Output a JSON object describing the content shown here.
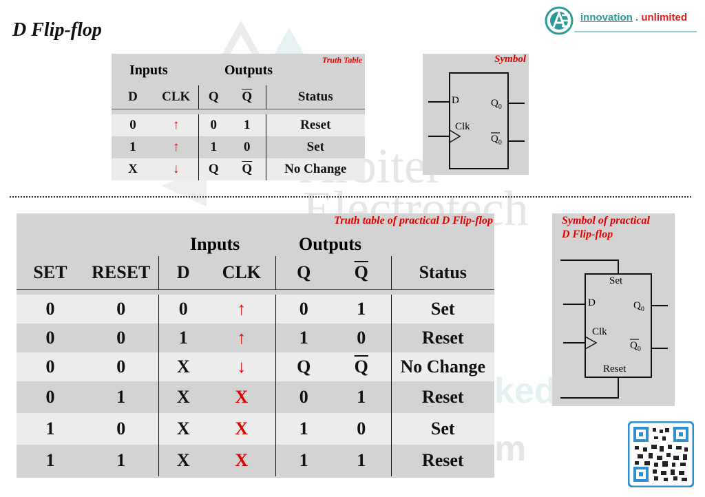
{
  "page": {
    "title": "D Flip-flop"
  },
  "logo": {
    "brand": "innovation . unlimited",
    "brand_main": "innovation",
    "brand_sep": " . ",
    "brand_tail": "unlimited"
  },
  "watermark": {
    "line1": "Arbiter",
    "line2": "Electrotech",
    "line3": "ked",
    "line4": "m"
  },
  "table1": {
    "caption": "Truth Table",
    "group_inputs": "Inputs",
    "group_outputs": "Outputs",
    "headers": [
      "D",
      "CLK",
      "Q",
      "Q",
      "Status"
    ],
    "rows": [
      {
        "d": "0",
        "clk": "↑",
        "q": "0",
        "qbar": "1",
        "status": "Reset"
      },
      {
        "d": "1",
        "clk": "↑",
        "q": "1",
        "qbar": "0",
        "status": "Set"
      },
      {
        "d": "X",
        "clk": "↓",
        "q": "Q",
        "qbar": "Q",
        "status": "No Change"
      }
    ]
  },
  "symbol1": {
    "caption": "Symbol",
    "pin_d": "D",
    "pin_clk": "Clk",
    "pin_q": "Q",
    "pin_qbar": "Q",
    "subscript": "0"
  },
  "table2": {
    "caption": "Truth table of practical D Flip-flop",
    "group_inputs": "Inputs",
    "group_outputs": "Outputs",
    "headers": [
      "SET",
      "RESET",
      "D",
      "CLK",
      "Q",
      "Q",
      "Status"
    ],
    "rows": [
      {
        "set": "0",
        "reset": "0",
        "d": "0",
        "clk": "↑",
        "q": "0",
        "qbar": "1",
        "status": "Set"
      },
      {
        "set": "0",
        "reset": "0",
        "d": "1",
        "clk": "↑",
        "q": "1",
        "qbar": "0",
        "status": "Reset"
      },
      {
        "set": "0",
        "reset": "0",
        "d": "X",
        "clk": "↓",
        "q": "Q",
        "qbar": "Q",
        "status": "No Change"
      },
      {
        "set": "0",
        "reset": "1",
        "d": "X",
        "clk": "X",
        "q": "0",
        "qbar": "1",
        "status": "Reset"
      },
      {
        "set": "1",
        "reset": "0",
        "d": "X",
        "clk": "X",
        "q": "1",
        "qbar": "0",
        "status": "Set"
      },
      {
        "set": "1",
        "reset": "1",
        "d": "X",
        "clk": "X",
        "q": "1",
        "qbar": "1",
        "status": "Reset"
      }
    ]
  },
  "symbol2": {
    "caption_line1": "Symbol of practical",
    "caption_line2": "D Flip-flop",
    "pin_set": "Set",
    "pin_reset": "Reset",
    "pin_d": "D",
    "pin_clk": "Clk",
    "pin_q": "Q",
    "pin_qbar": "Q",
    "subscript": "0"
  },
  "colors": {
    "red": "#e00000",
    "panel": "#d3d3d3",
    "band": "#ececec",
    "teal": "#2a9a9a"
  }
}
